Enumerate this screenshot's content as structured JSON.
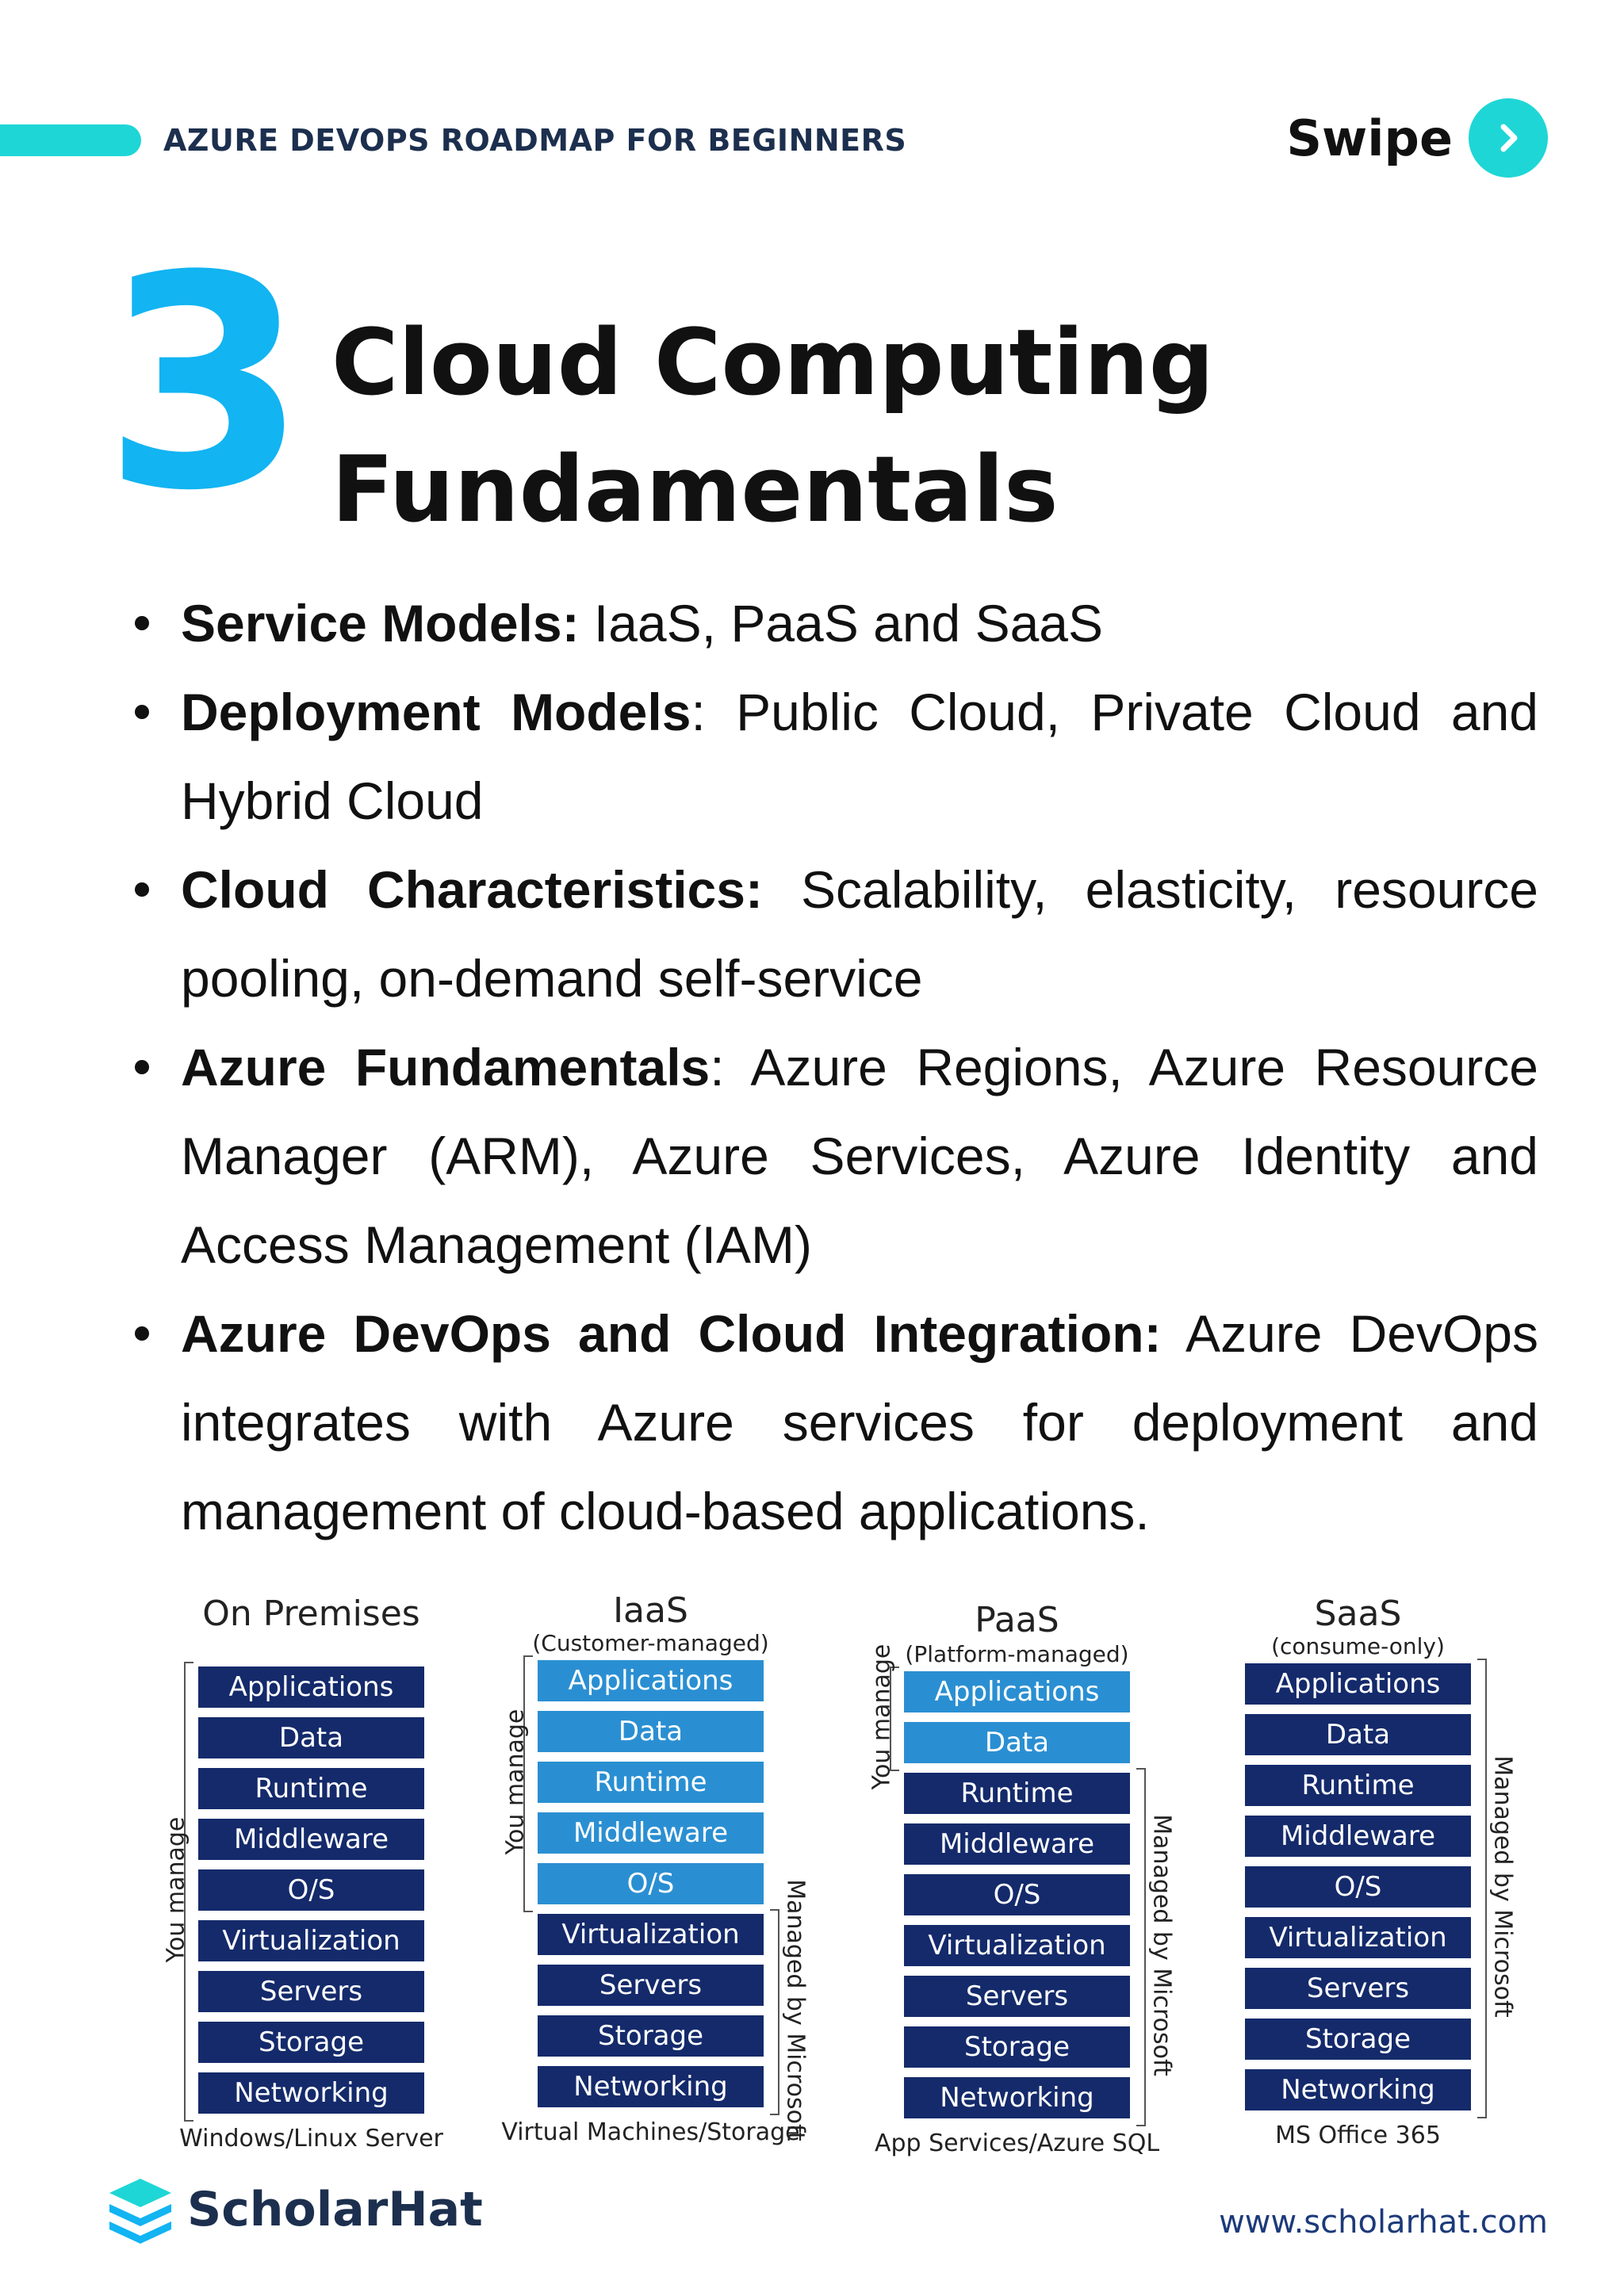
{
  "header": {
    "series_title": "AZURE DEVOPS ROADMAP FOR BEGINNERS",
    "swipe_label": "Swipe"
  },
  "section": {
    "number": "3",
    "title_line1": "Cloud Computing",
    "title_line2": "Fundamentals"
  },
  "bullets": [
    {
      "term": "Service Models:",
      "text": " IaaS, PaaS and SaaS"
    },
    {
      "term": "Deployment Models",
      "text": ": Public Cloud, Private Cloud and Hybrid Cloud"
    },
    {
      "term": "Cloud Characteristics:",
      "text": " Scalability, elasticity, resource pooling, on-demand self-service"
    },
    {
      "term": "Azure Fundamentals",
      "text": ": Azure Regions, Azure Resource Manager (ARM), Azure Services, Azure Identity and Access Management (IAM)"
    },
    {
      "term": "Azure DevOps and Cloud Integration:",
      "text": " Azure DevOps integrates with Azure services for deployment and management of cloud-based applications."
    }
  ],
  "diagram": {
    "layers": [
      "Applications",
      "Data",
      "Runtime",
      "Middleware",
      "O/S",
      "Virtualization",
      "Servers",
      "Storage",
      "Networking"
    ],
    "you_manage_label": "You manage",
    "managed_by_label": "Managed by Microsoft",
    "colors": {
      "customer_managed": "#2a8fd2",
      "provider_managed": "#142a6b"
    },
    "columns": [
      {
        "title": "On Premises",
        "subtitle": "",
        "caption": "Windows/Linux Server",
        "you_manage_count": 9
      },
      {
        "title": "IaaS",
        "subtitle": "(Customer-managed)",
        "caption": "Virtual Machines/Storage",
        "you_manage_count": 5
      },
      {
        "title": "PaaS",
        "subtitle": "(Platform-managed)",
        "caption": "App Services/Azure SQL",
        "you_manage_count": 2
      },
      {
        "title": "SaaS",
        "subtitle": "(consume-only)",
        "caption": "MS Office 365",
        "you_manage_count": 0
      }
    ]
  },
  "footer": {
    "brand": "ScholarHat",
    "website": "www.scholarhat.com"
  }
}
